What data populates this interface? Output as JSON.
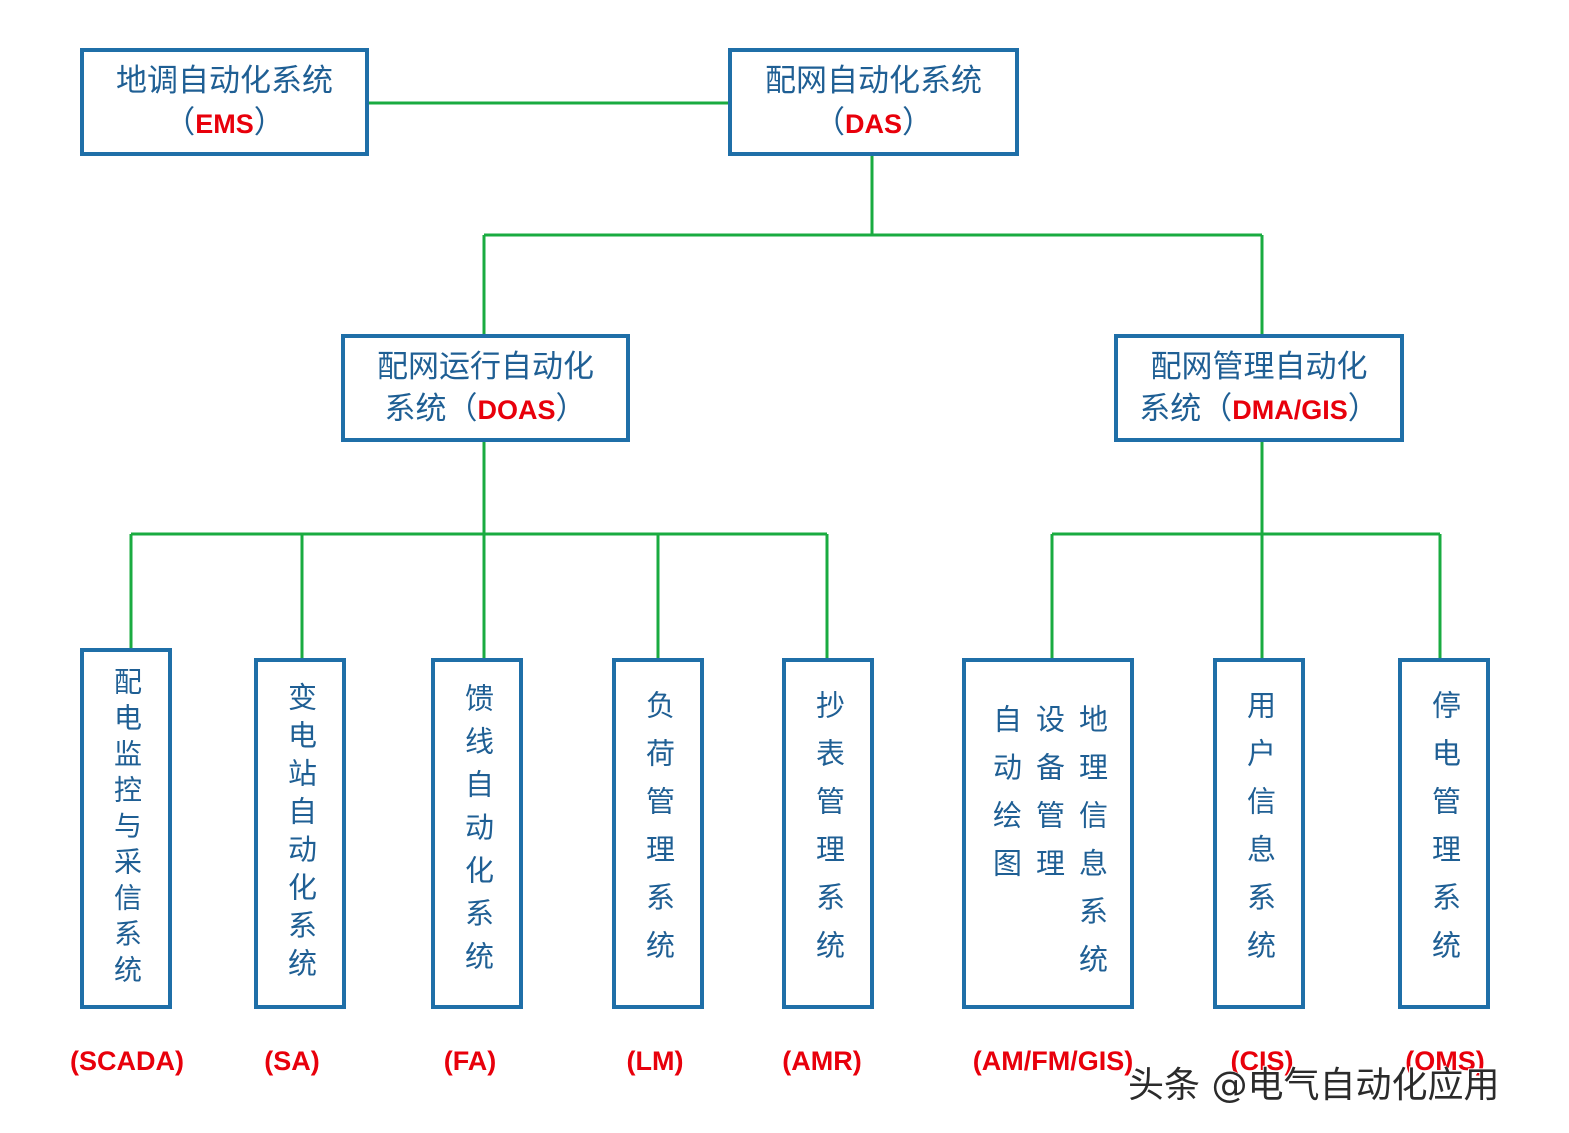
{
  "top": {
    "ems": {
      "title": "地调自动化系统",
      "open": "（",
      "code": "EMS",
      "close": "）"
    },
    "das": {
      "title": "配网自动化系统",
      "open": "（",
      "code": "DAS",
      "close": "）"
    }
  },
  "mid": {
    "doas": {
      "line1": "配网运行自动化",
      "line2": "系统（",
      "code": "DOAS",
      "close": "）"
    },
    "dma": {
      "line1": "配网管理自动化",
      "line2": "系统（",
      "code": "DMA/GIS",
      "close": "）"
    }
  },
  "leaves": [
    {
      "text": "配电监控与采信系统",
      "code": "(SCADA)"
    },
    {
      "text": "变电站自动化系统",
      "code": "(SA)"
    },
    {
      "text": "馈线自动化系统",
      "code": "(FA)"
    },
    {
      "text": "负荷管理系统",
      "code": "(LM)"
    },
    {
      "text": "抄表管理系统",
      "code": "(AMR)"
    },
    {
      "col1": "地理信息系统",
      "col2": "设备管理",
      "col3": "自动绘图",
      "code": "(AM/FM/GIS)"
    },
    {
      "text": "用户信息系统",
      "code": "(CIS)"
    },
    {
      "text": "停电管理系统",
      "code": "(OMS)"
    }
  ],
  "watermark": "头条 @电气自动化应用",
  "colors": {
    "connector": "#1aab40",
    "box_border": "#1f6fa8",
    "box_text": "#1f5f94",
    "code_text": "#e8000b"
  }
}
